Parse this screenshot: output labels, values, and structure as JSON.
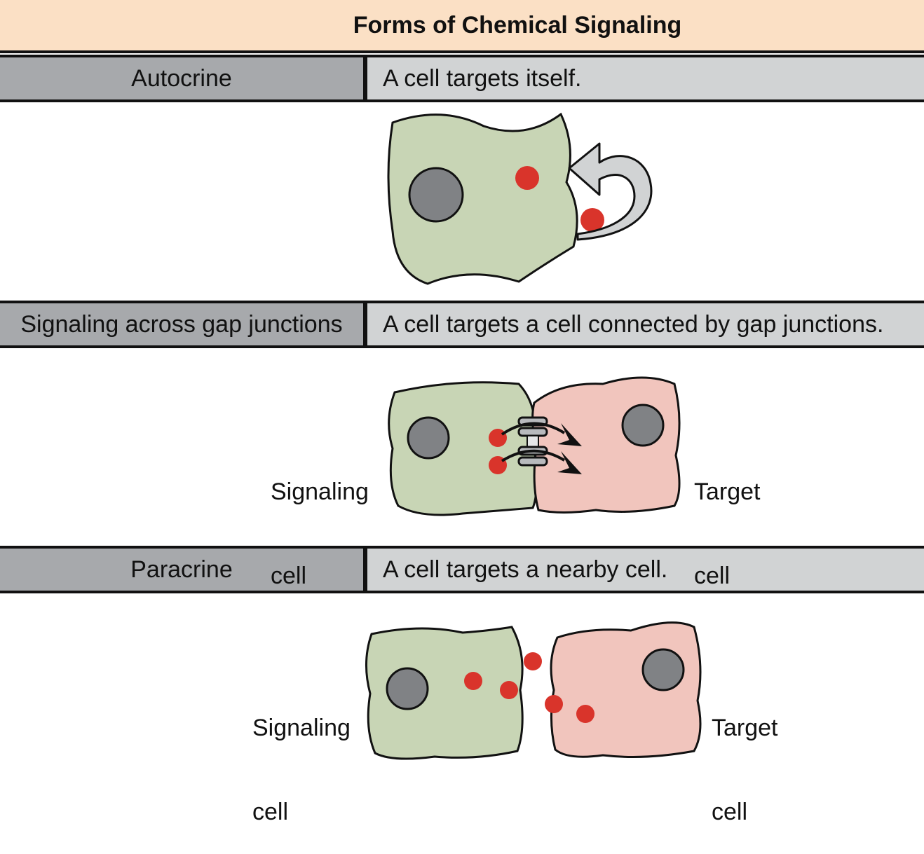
{
  "title": "Forms of Chemical Signaling",
  "rows": [
    {
      "name": "Autocrine",
      "description": "A cell targets itself."
    },
    {
      "name": "Signaling across gap junctions",
      "description": "A cell targets a cell connected by gap junctions."
    },
    {
      "name": "Paracrine",
      "description": "A cell targets a nearby cell."
    }
  ],
  "labels": {
    "signaling_cell_line1": "Signaling",
    "signaling_cell_line2": "cell",
    "target_cell_line1": "Target",
    "target_cell_line2": "cell"
  },
  "colors": {
    "title_bg": "#fbe0c5",
    "name_bg": "#a7a9ac",
    "desc_bg": "#d1d3d4",
    "signaling_cell": "#c8d5b5",
    "target_cell": "#f1c5bd",
    "nucleus": "#808285",
    "signal_molecule": "#d9342b",
    "arrow_gray": "#d1d3d4"
  }
}
